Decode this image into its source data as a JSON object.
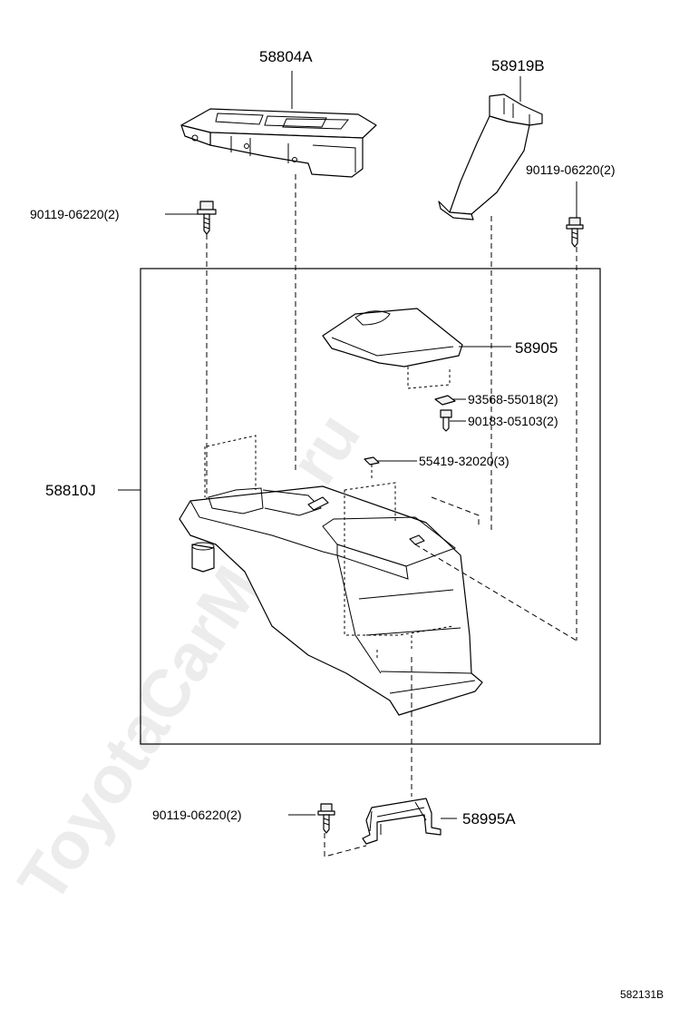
{
  "watermark": "ToyotaCarMine.ru",
  "drawing_number": "582131B",
  "callouts": {
    "cup_holder_insert": "58804A",
    "bracket_upper": "58919B",
    "screw_upper_right": "90119-06220(2)",
    "screw_upper_left": "90119-06220(2)",
    "armrest_lid": "58905",
    "nut_clip": "93568-55018(2)",
    "screw_lid": "90183-05103(2)",
    "pad": "55419-32020(3)",
    "console_box": "58810J",
    "screw_lower": "90119-06220(2)",
    "bracket_lower": "58995A"
  }
}
